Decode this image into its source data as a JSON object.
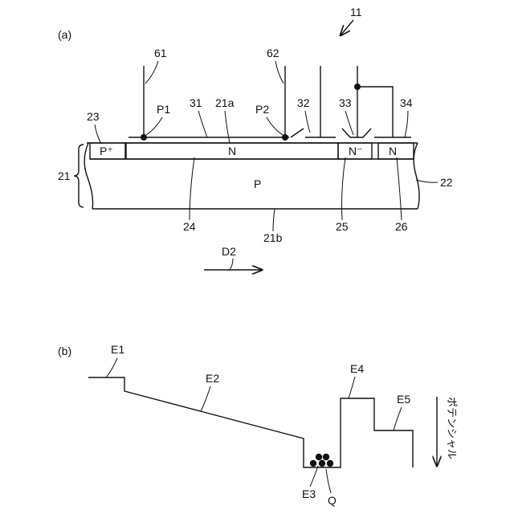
{
  "panel_a": {
    "label": "(a)",
    "device_ref": "11",
    "substrate_ref": "21",
    "substrate_face_top": "21a",
    "substrate_face_bottom": "21b",
    "substrate_edge_ref": "22",
    "regions": {
      "p_plus": "P⁺",
      "p_plus_ref": "23",
      "n_main": "N",
      "n_main_ref": "24",
      "n_minus": "N⁻",
      "n_minus_ref": "25",
      "n_right": "N",
      "n_right_ref": "26",
      "p_body": "P"
    },
    "electrodes": {
      "e31": "31",
      "e32": "32",
      "e33": "33",
      "e34": "34"
    },
    "leads": {
      "l61": "61",
      "l62": "62"
    },
    "points": {
      "p1": "P1",
      "p2": "P2"
    },
    "direction": "D2"
  },
  "panel_b": {
    "label": "(b)",
    "levels": {
      "e1": "E1",
      "e2": "E2",
      "e3": "E3",
      "e4": "E4",
      "e5": "E5"
    },
    "charge": "Q",
    "axis_label": "ポテンシャル"
  }
}
